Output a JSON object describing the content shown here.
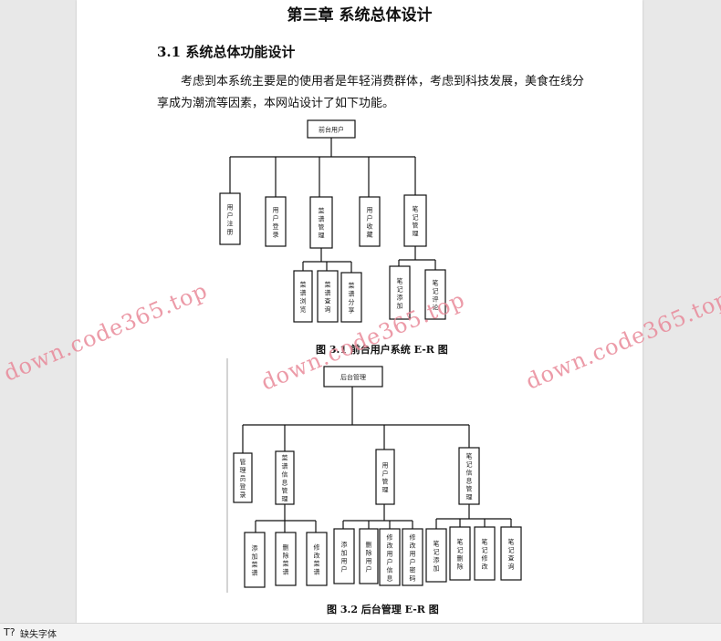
{
  "document": {
    "chapter_title": "第三章  系统总体设计",
    "section_title": "3.1  系统总体功能设计",
    "paragraph": "考虑到本系统主要是的使用者是年轻消费群体，考虑到科技发展，美食在线分享成为潮流等因素，本网站设计了如下功能。"
  },
  "figure1": {
    "caption": "图 3.1  前台用户系统 E-R 图",
    "root": "前台用户",
    "children": [
      "用户注册",
      "用户登录",
      "菜谱管理",
      "用户收藏",
      "笔记管理"
    ],
    "recipe_children": [
      "菜谱浏览",
      "菜谱查询",
      "菜谱分享"
    ],
    "note_children": [
      "笔记添加",
      "笔记评论"
    ]
  },
  "figure2": {
    "caption": "图 3.2 后台管理 E-R 图",
    "root": "后台管理",
    "children": [
      "管理员登录",
      "菜谱信息管理",
      "用户管理",
      "笔记信息管理"
    ],
    "recipe_children": [
      "添加菜谱",
      "删除菜谱",
      "修改菜谱"
    ],
    "user_children": [
      "添加用户",
      "删除用户",
      "修改用户信息",
      "修改用户密码"
    ],
    "note_children": [
      "笔记添加",
      "笔记删除",
      "笔记修改",
      "笔记查询"
    ]
  },
  "watermarks": [
    "down.code365.top",
    "down.code365.top",
    "down.code365.top"
  ],
  "statusbar": {
    "icon": "T?",
    "label": "缺失字体"
  }
}
